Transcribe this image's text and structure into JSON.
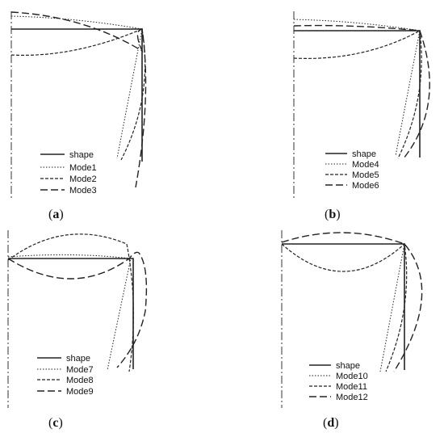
{
  "panels": [
    {
      "label_letter": "a",
      "legend": [
        "shape",
        "Mode1",
        "Mode2",
        "Mode3"
      ]
    },
    {
      "label_letter": "b",
      "legend": [
        "shape",
        "Mode4",
        "Mode5",
        "Mode6"
      ]
    },
    {
      "label_letter": "c",
      "legend": [
        "shape",
        "Mode7",
        "Mode8",
        "Mode9"
      ]
    },
    {
      "label_letter": "d",
      "legend": [
        "shape",
        "Mode10",
        "Mode11",
        "Mode12"
      ]
    }
  ],
  "line_styles": {
    "shape": "solid",
    "mode_first": "dotted",
    "mode_second": "short-dashed",
    "mode_third": "long-dashed",
    "axis": "dash-dot"
  },
  "colors": {
    "lines": "#222222",
    "background": "#ffffff"
  }
}
